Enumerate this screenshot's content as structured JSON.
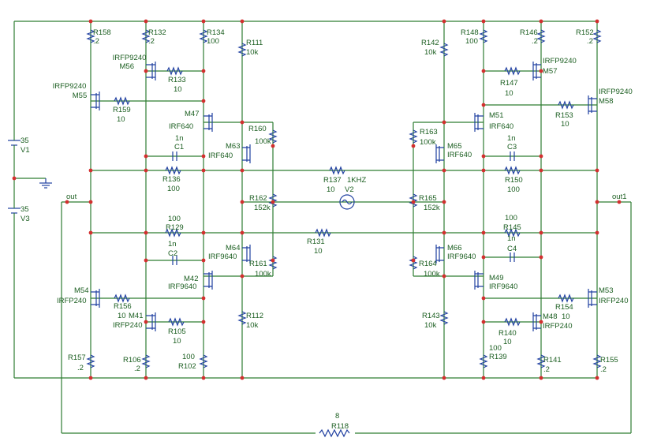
{
  "components": [
    {
      "ref": "R158",
      "val": ".2"
    },
    {
      "ref": "R132",
      "val": ".2"
    },
    {
      "ref": "R134",
      "val": "100"
    },
    {
      "ref": "R111",
      "val": "10k"
    },
    {
      "ref": "R142",
      "val": "10k"
    },
    {
      "ref": "R148",
      "val": "100"
    },
    {
      "ref": "R146",
      "val": ".2"
    },
    {
      "ref": "R152",
      "val": ".2"
    },
    {
      "ref": "M56",
      "val": "IRFP9240"
    },
    {
      "ref": "R133",
      "val": "10"
    },
    {
      "ref": "M55",
      "val": "IRFP9240"
    },
    {
      "ref": "R159",
      "val": "10"
    },
    {
      "ref": "M47",
      "val": "IRF640"
    },
    {
      "ref": "C1",
      "val": "1n"
    },
    {
      "ref": "R160",
      "val": "100k"
    },
    {
      "ref": "M63",
      "val": "IRF640"
    },
    {
      "ref": "R136",
      "val": "100"
    },
    {
      "ref": "R137",
      "val": "10"
    },
    {
      "ref": "V2",
      "val": "1KHZ"
    },
    {
      "ref": "M57",
      "val": "IRFP9240"
    },
    {
      "ref": "R147",
      "val": "10"
    },
    {
      "ref": "M58",
      "val": "IRFP9240"
    },
    {
      "ref": "R153",
      "val": "10"
    },
    {
      "ref": "M51",
      "val": "IRF640"
    },
    {
      "ref": "R163",
      "val": "100k"
    },
    {
      "ref": "M65",
      "val": "IRF640"
    },
    {
      "ref": "C3",
      "val": "1n"
    },
    {
      "ref": "R150",
      "val": "100"
    },
    {
      "ref": "V1",
      "val": "35"
    },
    {
      "ref": "V3",
      "val": "35"
    },
    {
      "ref": "R162",
      "val": "152k"
    },
    {
      "ref": "R165",
      "val": "152k"
    },
    {
      "ref": "R129",
      "val": "100"
    },
    {
      "ref": "R131",
      "val": "10"
    },
    {
      "ref": "R145",
      "val": "100"
    },
    {
      "ref": "C2",
      "val": "1n"
    },
    {
      "ref": "C4",
      "val": "1n"
    },
    {
      "ref": "M64",
      "val": "IRF9640"
    },
    {
      "ref": "R161",
      "val": "100k"
    },
    {
      "ref": "M42",
      "val": "IRF9640"
    },
    {
      "ref": "M66",
      "val": "IRF9640"
    },
    {
      "ref": "R164",
      "val": "100k"
    },
    {
      "ref": "M49",
      "val": "IRF9640"
    },
    {
      "ref": "M54",
      "val": "IRFP240"
    },
    {
      "ref": "R156",
      "val": "10"
    },
    {
      "ref": "M41",
      "val": "IRFP240"
    },
    {
      "ref": "R105",
      "val": "10"
    },
    {
      "ref": "R112",
      "val": "10k"
    },
    {
      "ref": "R143",
      "val": "10k"
    },
    {
      "ref": "M53",
      "val": "IRFP240"
    },
    {
      "ref": "R154",
      "val": "10"
    },
    {
      "ref": "M48",
      "val": "IRFP240"
    },
    {
      "ref": "R140",
      "val": "10"
    },
    {
      "ref": "R157",
      "val": ".2"
    },
    {
      "ref": "R106",
      "val": ".2"
    },
    {
      "ref": "R102",
      "val": "100"
    },
    {
      "ref": "R139",
      "val": "100"
    },
    {
      "ref": "R141",
      "val": ".2"
    },
    {
      "ref": "R155",
      "val": ".2"
    },
    {
      "ref": "R118",
      "val": "8"
    }
  ],
  "nets": {
    "left_output": "out",
    "right_output": "out1"
  },
  "colors": {
    "wire": "#2e7d32",
    "component": "#1f3fa0",
    "label": "#1b5e20",
    "junction": "#d32f2f"
  }
}
